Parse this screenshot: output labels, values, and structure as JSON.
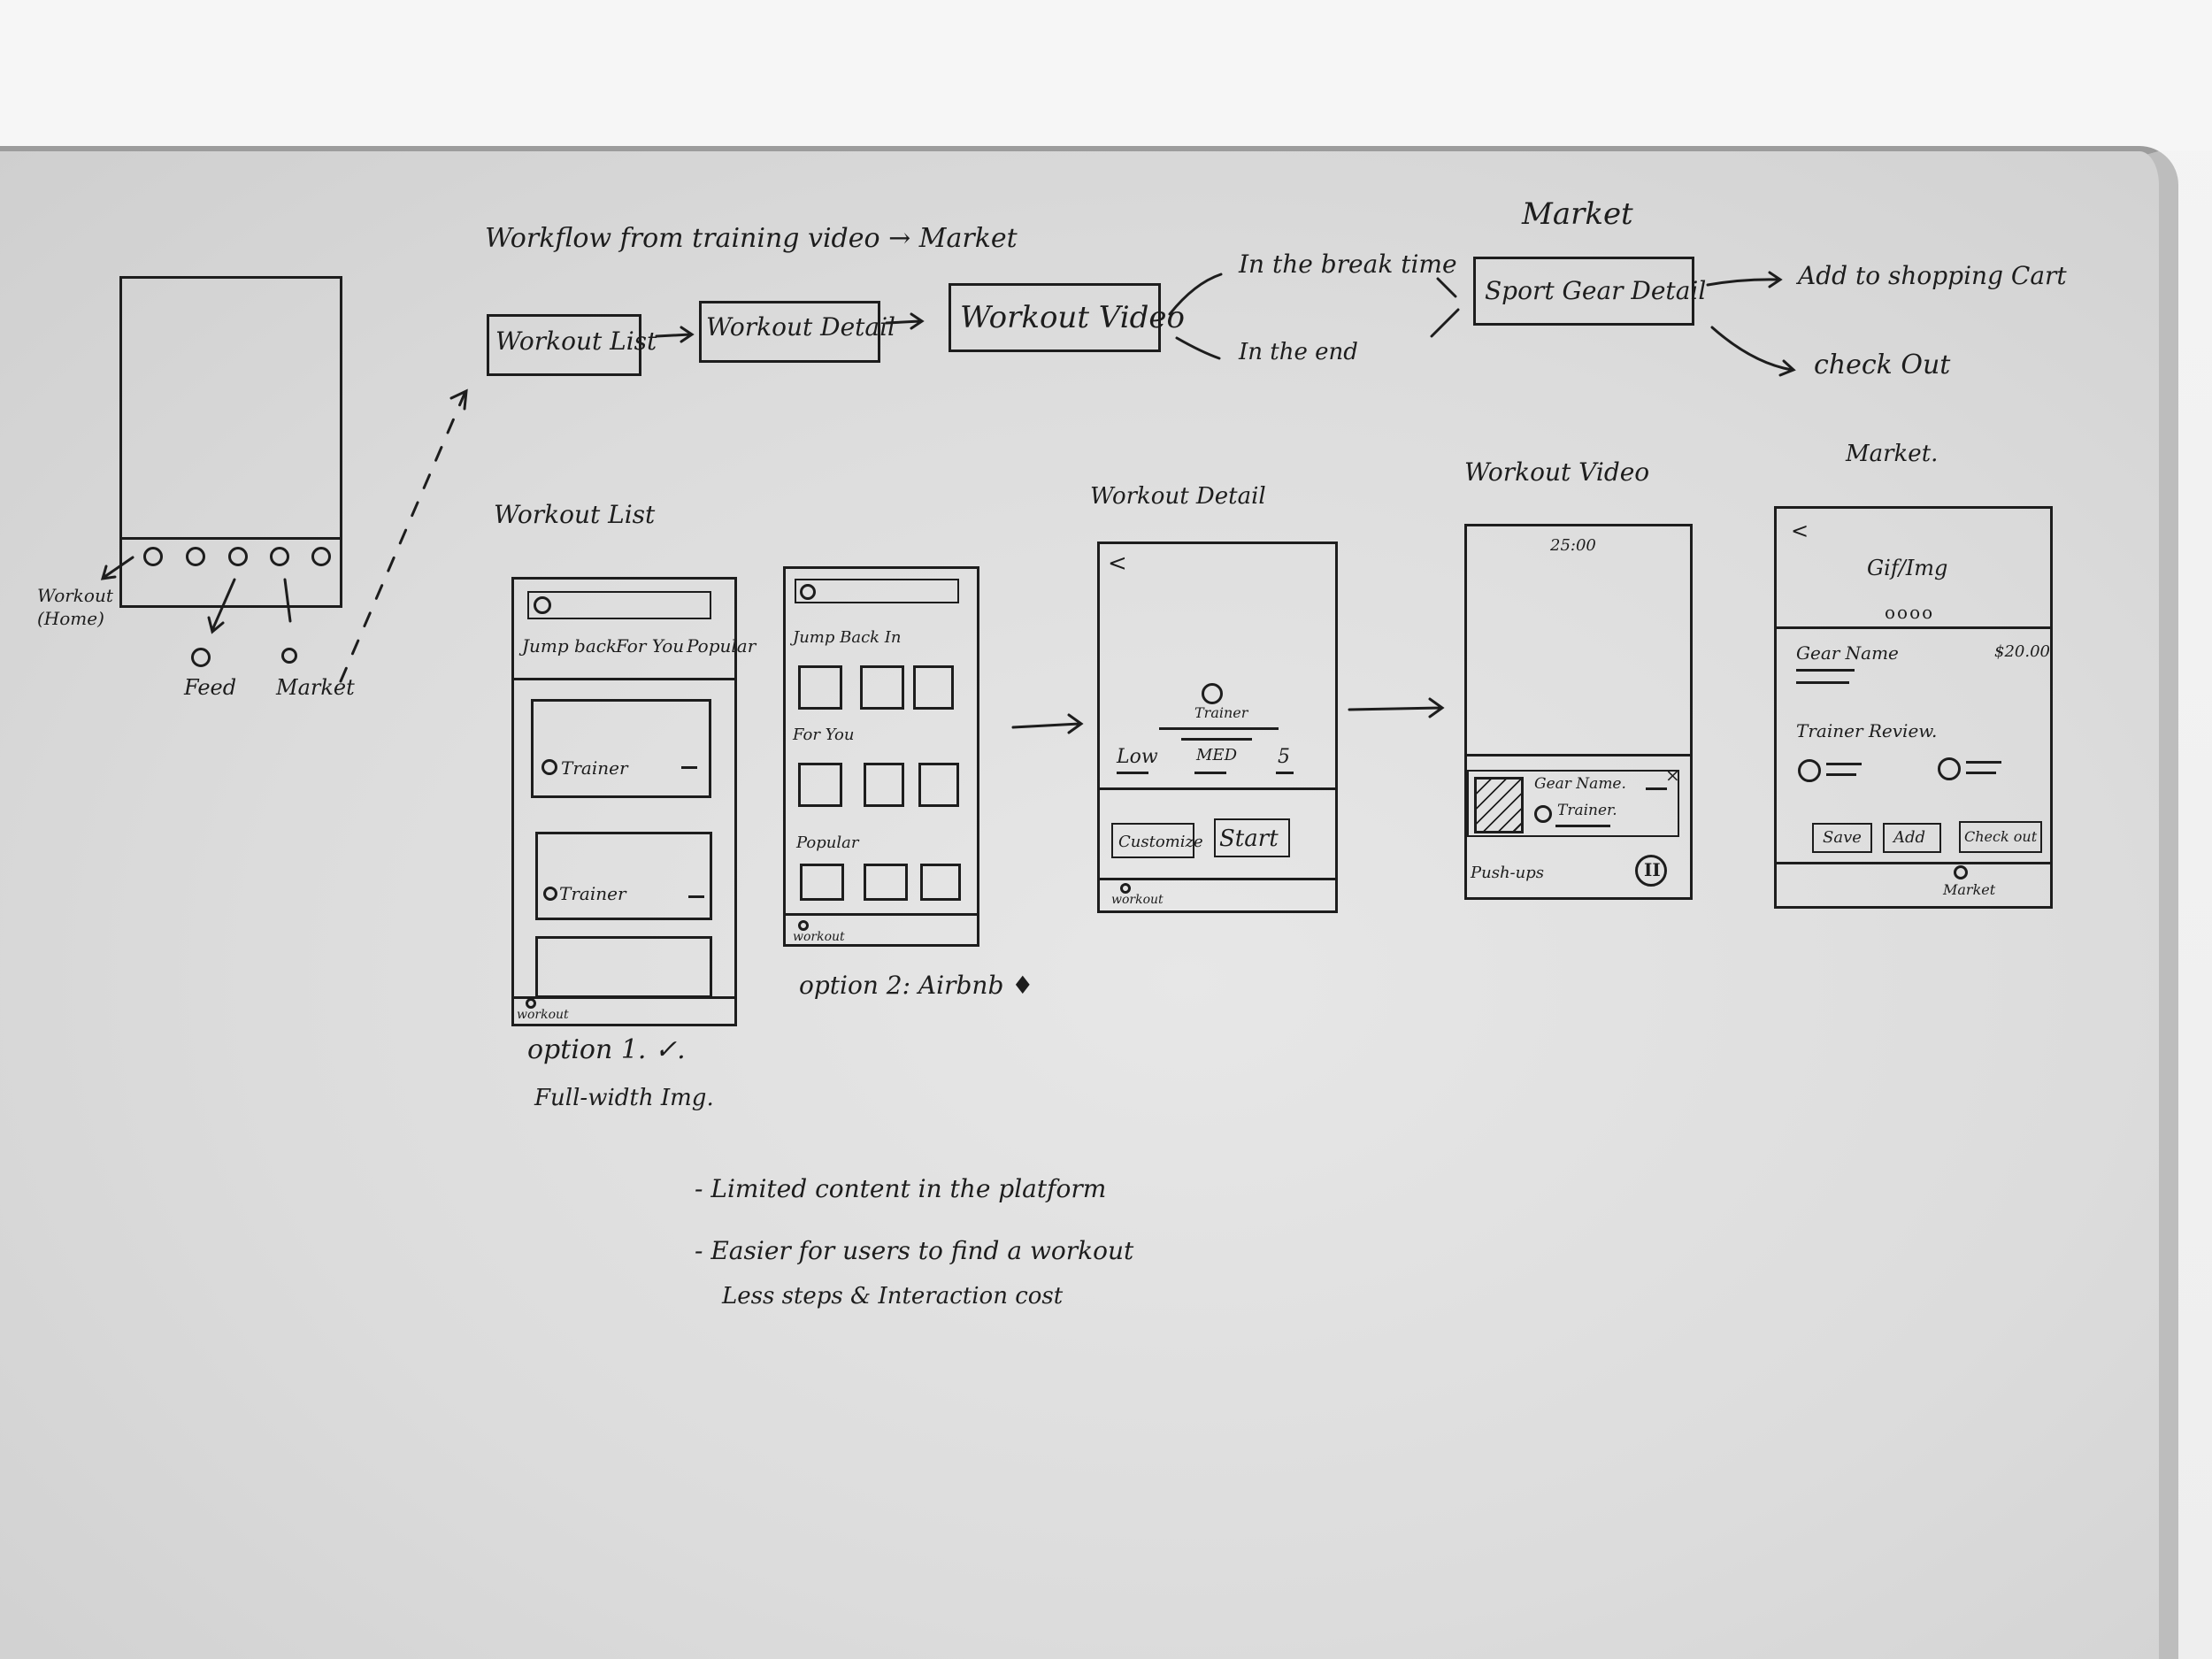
{
  "flow": {
    "title": "Workflow from training video → Market",
    "workout_list": "Workout List",
    "workout_detail": "Workout Detail",
    "workout_video": "Workout Video",
    "break_time": "In the break time",
    "in_the_end": "In the end",
    "market_heading": "Market",
    "sport_gear_detail": "Sport Gear Detail",
    "add_to_cart": "Add to shopping Cart",
    "check_out": "check Out"
  },
  "home_sketch": {
    "workout_home": "Workout (Home)",
    "feed": "Feed",
    "market": "Market"
  },
  "workout_list": {
    "heading": "Workout List",
    "option1": {
      "tabs": [
        "Jump back",
        "For You",
        "Popular"
      ],
      "card_trainer": "Trainer",
      "nav_label": "workout",
      "caption_line1": "option 1. ✓.",
      "caption_line2": "Full-width Img."
    },
    "option2": {
      "section_jump": "Jump Back In",
      "section_for_you": "For You",
      "section_popular": "Popular",
      "nav_label": "workout",
      "caption": "option 2: Airbnb ♦"
    }
  },
  "workout_detail": {
    "heading": "Workout Detail",
    "back": "<",
    "trainer": "Trainer",
    "levels": [
      "Low",
      "MED",
      "5"
    ],
    "customize": "Customize",
    "start": "Start",
    "nav_label": "workout"
  },
  "workout_video": {
    "heading": "Workout Video",
    "timer": "25:00",
    "gear_name": "Gear Name.",
    "trainer": "Trainer.",
    "close": "×",
    "exercise": "Push-ups",
    "pause": "II"
  },
  "market": {
    "heading": "Market.",
    "back": "<",
    "gif_img": "Gif/Img",
    "dots": "oooo",
    "gear_name": "Gear Name",
    "price": "$20.00",
    "review_label": "Trainer Review.",
    "save": "Save",
    "add": "Add",
    "checkout": "Check out",
    "nav_label": "Market"
  },
  "notes": {
    "line1": "- Limited content in the platform",
    "line2": "- Easier for users to find a workout",
    "line3": "Less steps & Interaction cost"
  }
}
